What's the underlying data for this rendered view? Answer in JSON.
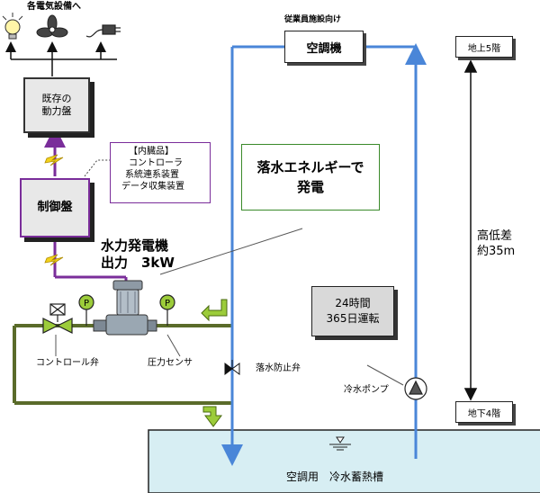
{
  "top_label": "各電気設備へ",
  "existing_panel": {
    "line1": "既存の",
    "line2": "動力盤"
  },
  "control_panel": {
    "label": "制御盤"
  },
  "contents_note": {
    "line1": "【内臓品】",
    "line2": "コントローラ",
    "line3": "系統連系装置",
    "line4": "データ収集装置"
  },
  "generator": {
    "line1": "水力発電機",
    "line2": "出力　3kW"
  },
  "callout": {
    "line1": "落水エネルギーで",
    "line2": "発電"
  },
  "staff_facility_label": "従業員施設向け",
  "aircon": "空調機",
  "floor_top": "地上5階",
  "floor_bottom": "地下4階",
  "height_diff": {
    "line1": "高低差",
    "line2": "約35m"
  },
  "operation": {
    "line1": "24時間",
    "line2": "365日運転"
  },
  "control_valve": "コントロール弁",
  "pressure_sensor": "圧力センサ",
  "fall_prevention_valve": "落水防止弁",
  "chilled_pump": "冷水ポンプ",
  "tank_label": "空調用　冷水蓄熱槽",
  "gauge_letter": "P",
  "colors": {
    "blue_pipe": "#4a86d8",
    "green_pipe": "#5a6b2a",
    "purple": "#7a2d9a",
    "tank": "#d7eef3"
  }
}
